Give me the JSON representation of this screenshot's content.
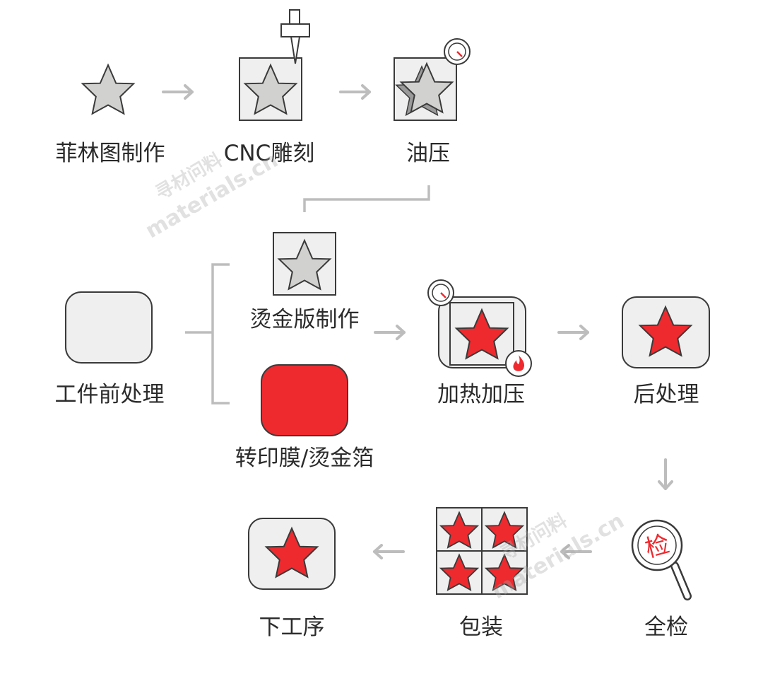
{
  "steps": {
    "fiberglass": "菲林图制作",
    "cnc": "CNC雕刻",
    "press_oil": "油压",
    "pretreat": "工件前处理",
    "stamp_plate": "烫金版制作",
    "transfer_film": "转印膜/烫金箔",
    "heat_press": "加热加压",
    "post_process": "后处理",
    "inspect": "全检",
    "pack": "包装",
    "next": "下工序"
  },
  "inspect_mark": "检",
  "watermark": {
    "line1": "寻材问料",
    "line2": "materials.cn"
  },
  "colors": {
    "red": "#ee2a2f",
    "gray_star": "#d1d1cf",
    "box_fill": "#efefef",
    "outline": "#3a3a3a",
    "arrow": "#bdbdbd"
  }
}
